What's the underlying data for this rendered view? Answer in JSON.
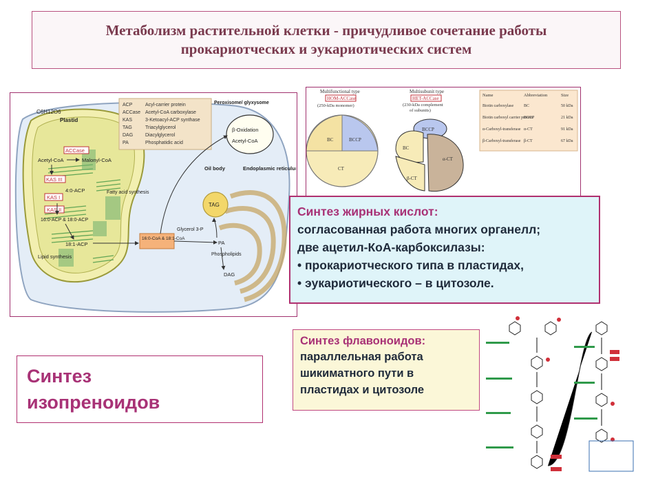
{
  "title": {
    "line1": "Метаболизм растительной клетки  - причудливое сочетание работы",
    "line2": "прокариотческих и эукариотических систем"
  },
  "cell_diagram": {
    "formula": "C6H12O6",
    "plastid": "Plastid",
    "peroxisome": "Peroxisome/ glyxysome",
    "beta_ox": "β-Oxidation",
    "acetyl_coa_perox": "Acetyl-CoA",
    "er": "Endoplasmic reticulum",
    "oil_body": "Oil body",
    "tag": "TAG",
    "accase": "ACCase",
    "acetyl_coa": "Acetyl-CoA",
    "malonyl_coa": "Malonyl-CoA",
    "kas3": "KAS III",
    "kas1": "KAS I",
    "kas2": "KAS II",
    "c4": "4:0-ACP",
    "c16": "16:0-ACP & 18:0-ACP",
    "c181": "18:1-ACP",
    "fas": "Fatty acid synthesis",
    "lipid": "Lipid synthesis",
    "coa_export": "16:0-CoA & 18:1-CoA",
    "glycerol": "Glycerol 3-P",
    "pa": "PA",
    "phospholipids": "Phospholipids",
    "dag": "DAG",
    "legend": [
      {
        "abbr": "ACP",
        "name": "Acyl-carrier protein"
      },
      {
        "abbr": "ACCase",
        "name": "Acetyl-CoA carboxylase"
      },
      {
        "abbr": "KAS",
        "name": "3-Ketoacyl-ACP synthase"
      },
      {
        "abbr": "TAG",
        "name": "Triacylglycerol"
      },
      {
        "abbr": "DAG",
        "name": "Diacylglycerol"
      },
      {
        "abbr": "PA",
        "name": "Phosphatidic acid"
      }
    ]
  },
  "enzyme_figure": {
    "multi_type": "Multifunctional type",
    "hom": "HOM-ACCase",
    "hom_sub": "(250-kDa monomer)",
    "multisub_type": "Multisubunit type",
    "het": "HET-ACCase",
    "het_sub1": "(230-kDa complement",
    "het_sub2": "of subunits)",
    "bc": "BC",
    "bccp": "BCCP",
    "ct": "CT",
    "a_ct": "α-CT",
    "b_ct": "β-CT",
    "table_headers": [
      "Name",
      "Abbreviation",
      "Size"
    ],
    "table_rows": [
      [
        "Biotin carboxylase",
        "BC",
        "50 kDa"
      ],
      [
        "Biotin carboxyl carrier protein",
        "BCCP",
        "21 kDa"
      ],
      [
        "α-Carboxyl-transferase",
        "α-CT",
        "91 kDa"
      ],
      [
        "β-Carboxyl-transferase",
        "β-CT",
        "67 kDa"
      ]
    ]
  },
  "fatty_acids": {
    "title": "Синтез  жирных кислот:",
    "line1": "согласованная работа многих органелл;",
    "line2": " две ацетил-КоА-карбоксилазы:",
    "line3": "• прокариотческого типа в пластидах,",
    "line4": "• эукариотического – в цитозоле."
  },
  "flavonoids": {
    "title": "Синтез флавоноидов:",
    "line1": "параллельная работа",
    "line2": "шикиматного пути в",
    "line3": "пластидах и цитозоле"
  },
  "isoprenoids": {
    "line1": "Синтез",
    "line2": "изопреноидов"
  },
  "colors": {
    "title_text": "#7a3a4e",
    "accent": "#a83276",
    "border": "#b02f6f",
    "fa_bg": "#dff4f9",
    "flav_bg": "#fbf7d8"
  }
}
